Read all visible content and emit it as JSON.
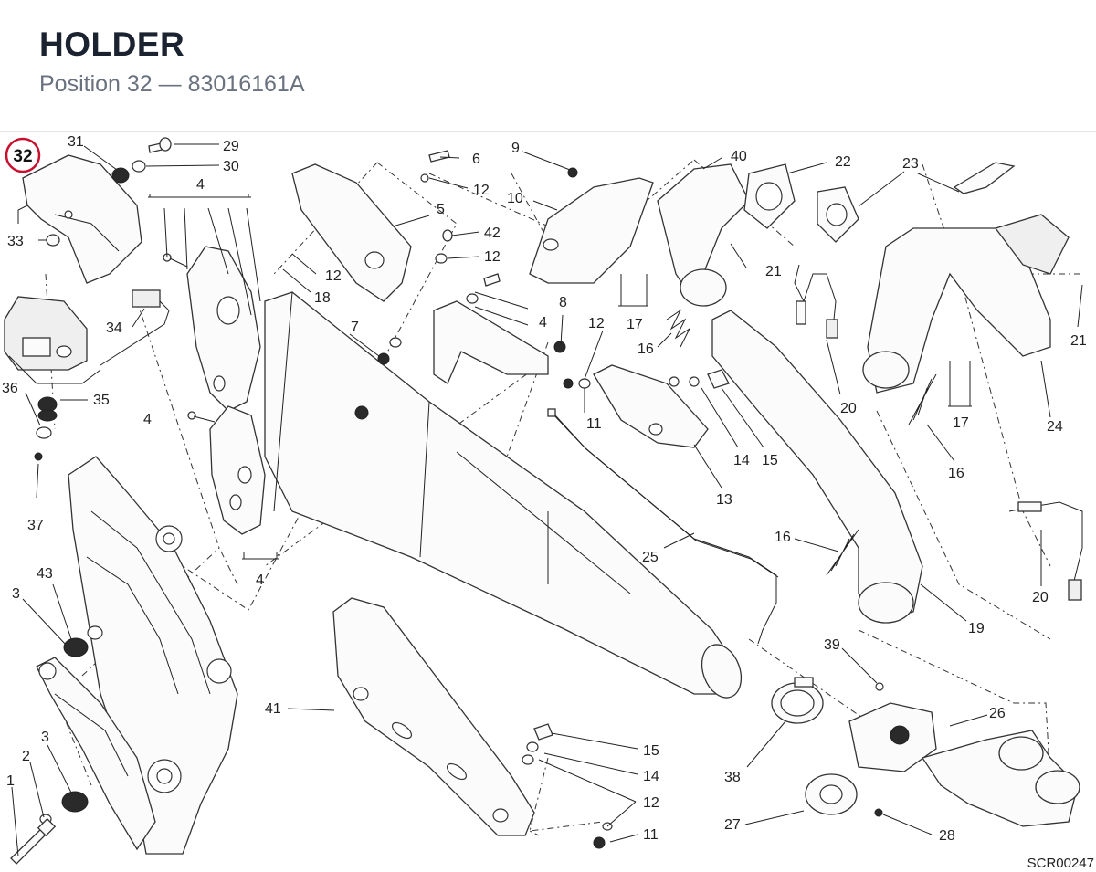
{
  "header": {
    "title": "HOLDER",
    "subtitle": "Position 32 — 83016161A"
  },
  "highlight": {
    "label": "32",
    "color": "#c8102e"
  },
  "diagram_code": "SCR00247",
  "callouts": {
    "c31": "31",
    "c29": "29",
    "c30": "30",
    "c4a": "4",
    "c33": "33",
    "c34": "34",
    "c36": "36",
    "c35": "35",
    "c37": "37",
    "c4b": "4",
    "c4c": "4",
    "c43": "43",
    "c3a": "3",
    "c3b": "3",
    "c2": "2",
    "c1": "1",
    "c6": "6",
    "c12a": "12",
    "c5": "5",
    "c42": "42",
    "c12b": "12",
    "c12c": "12",
    "c18": "18",
    "c7": "7",
    "c9": "9",
    "c10": "10",
    "c40": "40",
    "c22": "22",
    "c23": "23",
    "c21a": "21",
    "c17a": "17",
    "c4d": "4",
    "c8": "8",
    "c12d": "12",
    "c16a": "16",
    "c11a": "11",
    "c14a": "14",
    "c15a": "15",
    "c13": "13",
    "c20a": "20",
    "c21b": "21",
    "c17b": "17",
    "c16b": "16",
    "c24": "24",
    "c25": "25",
    "c16c": "16",
    "c20b": "20",
    "c19": "19",
    "c41": "41",
    "c15b": "15",
    "c14b": "14",
    "c12e": "12",
    "c11b": "11",
    "c39": "39",
    "c26": "26",
    "c38": "38",
    "c27": "27",
    "c28": "28"
  }
}
